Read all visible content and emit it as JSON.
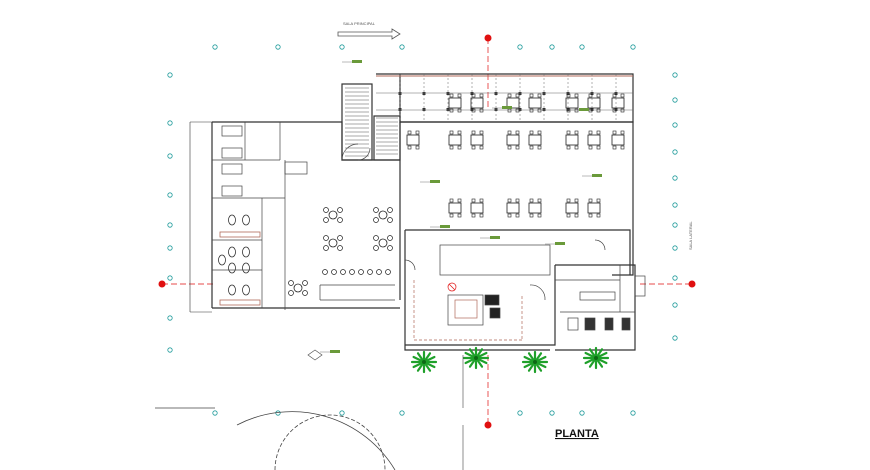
{
  "plan": {
    "title": "PLANTA",
    "top_label": "SALA PRINCIPAL",
    "side_label": "SALA LATERAL",
    "colors": {
      "wall": "#333333",
      "accent_wall": "#b06a5a",
      "axis": "#e01010",
      "grid_marker": "#1d9a9a",
      "vegetation": "#1fa02a",
      "annotation": "#6a9a3a"
    },
    "icons": [
      "grid-axis-marker-icon",
      "palm-tree-icon",
      "table-set-icon",
      "north-arrow-icon"
    ]
  }
}
